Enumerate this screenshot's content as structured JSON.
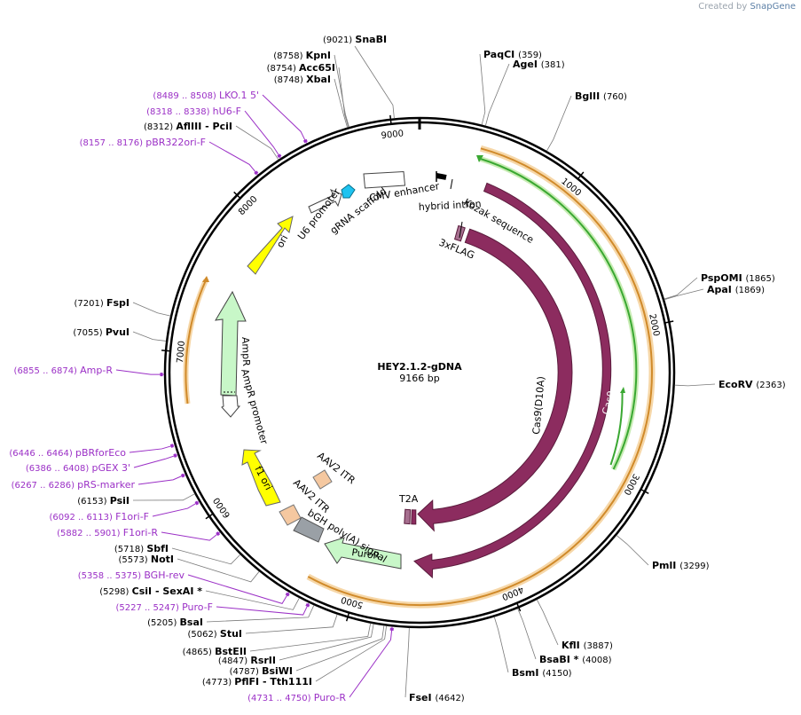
{
  "app": {
    "created_by": "Created by",
    "brand": "SnapGene"
  },
  "plasmid": {
    "name": "HEY2.1.2-gDNA",
    "length_label": "9166 bp",
    "length": 9166
  },
  "ticks": [
    {
      "bp": 1000,
      "label": "1000"
    },
    {
      "bp": 2000,
      "label": "2000"
    },
    {
      "bp": 3000,
      "label": "3000"
    },
    {
      "bp": 4000,
      "label": "4000"
    },
    {
      "bp": 5000,
      "label": "5000"
    },
    {
      "bp": 6000,
      "label": "6000"
    },
    {
      "bp": 7000,
      "label": "7000"
    },
    {
      "bp": 8000,
      "label": "8000"
    },
    {
      "bp": 9000,
      "label": "9000"
    }
  ],
  "sites": [
    {
      "pos": "(9021)",
      "name": "SnaBI",
      "bp": 9021
    },
    {
      "pos": "(8758)",
      "name": "KpnI",
      "bp": 8758
    },
    {
      "pos": "(8754)",
      "name": "Acc65I",
      "bp": 8754
    },
    {
      "pos": "(8748)",
      "name": "XbaI",
      "bp": 8748
    },
    {
      "pos": "(8312)",
      "name": "AflIII  - PciI",
      "bp": 8312
    },
    {
      "pos": "(359)",
      "name": "PaqCI",
      "bp": 359
    },
    {
      "pos": "(381)",
      "name": "AgeI",
      "bp": 381
    },
    {
      "pos": "(760)",
      "name": "BglII",
      "bp": 760
    },
    {
      "pos": "(1865)",
      "name": "PspOMI",
      "bp": 1865
    },
    {
      "pos": "(1869)",
      "name": "ApaI",
      "bp": 1869
    },
    {
      "pos": "(2363)",
      "name": "EcoRV",
      "bp": 2363
    },
    {
      "pos": "(3299)",
      "name": "PmlI",
      "bp": 3299
    },
    {
      "pos": "(3887)",
      "name": "KflI",
      "bp": 3887
    },
    {
      "pos": "(4008)",
      "name": "BsaBI *",
      "bp": 4008
    },
    {
      "pos": "(4150)",
      "name": "BsmI",
      "bp": 4150
    },
    {
      "pos": "(4642)",
      "name": "FseI",
      "bp": 4642
    },
    {
      "pos": "(7201)",
      "name": "FspI",
      "bp": 7201
    },
    {
      "pos": "(7055)",
      "name": "PvuI",
      "bp": 7055
    },
    {
      "pos": "(6153)",
      "name": "PsiI",
      "bp": 6153
    },
    {
      "pos": "(5718)",
      "name": "SbfI",
      "bp": 5718
    },
    {
      "pos": "(5573)",
      "name": "NotI",
      "bp": 5573
    },
    {
      "pos": "(5298)",
      "name": "CsiI  - SexAI *",
      "bp": 5298
    },
    {
      "pos": "(5205)",
      "name": "BsaI",
      "bp": 5205
    },
    {
      "pos": "(5062)",
      "name": "StuI",
      "bp": 5062
    },
    {
      "pos": "(4865)",
      "name": "BstEII",
      "bp": 4865
    },
    {
      "pos": "(4847)",
      "name": "RsrII",
      "bp": 4847
    },
    {
      "pos": "(4787)",
      "name": "BsiWI",
      "bp": 4787
    },
    {
      "pos": "(4773)",
      "name": "PflFI  - Tth111I",
      "bp": 4773
    }
  ],
  "primers": [
    {
      "pos": "(8489 .. 8508)",
      "name": "LKO.1 5'",
      "bp": 8498
    },
    {
      "pos": "(8318 .. 8338)",
      "name": "hU6-F",
      "bp": 8328
    },
    {
      "pos": "(8157 .. 8176)",
      "name": "pBR322ori-F",
      "bp": 8166
    },
    {
      "pos": "(6855 .. 6874)",
      "name": "Amp-R",
      "bp": 6864
    },
    {
      "pos": "(6446 .. 6464)",
      "name": "pBRforEco",
      "bp": 6455
    },
    {
      "pos": "(6386 .. 6408)",
      "name": "pGEX 3'",
      "bp": 6397
    },
    {
      "pos": "(6267 .. 6286)",
      "name": "pRS-marker",
      "bp": 6276
    },
    {
      "pos": "(6092 .. 6113)",
      "name": "F1ori-F",
      "bp": 6102
    },
    {
      "pos": "(5882 .. 5901)",
      "name": "F1ori-R",
      "bp": 5891
    },
    {
      "pos": "(5358 .. 5375)",
      "name": "BGH-rev",
      "bp": 5366
    },
    {
      "pos": "(5227 .. 5247)",
      "name": "Puro-F",
      "bp": 5237
    },
    {
      "pos": "(4731 .. 4750)",
      "name": "Puro-R",
      "bp": 4740
    }
  ],
  "features": [
    {
      "label": "CMV enhancer",
      "color": "#ffffff"
    },
    {
      "label": "hybrid intron",
      "color": "#000000"
    },
    {
      "label": "Kozak sequence",
      "color": "#000000"
    },
    {
      "label": "3xFLAG",
      "color": "#a66f8f"
    },
    {
      "label": "Cas9(D10A)",
      "color": "#8c2c5f"
    },
    {
      "label": "Cas9",
      "color": "#8c2c5f"
    },
    {
      "label": "T2A",
      "color": "#a66f8f"
    },
    {
      "label": "PuroR",
      "color": "#c8f7c8"
    },
    {
      "label": "bGH poly(A) signal",
      "color": "#9aa0a6"
    },
    {
      "label": "AAV2 ITR",
      "color": "#f5c8a0"
    },
    {
      "label": "AAV2 ITR",
      "color": "#f5c8a0"
    },
    {
      "label": "f1 ori",
      "color": "#ffff00"
    },
    {
      "label": "AmpR promoter",
      "color": "#ffffff"
    },
    {
      "label": "AmpR",
      "color": "#c8f7c8"
    },
    {
      "label": "ori",
      "color": "#ffff00"
    },
    {
      "label": "U6 promoter",
      "color": "#ffffff"
    },
    {
      "label": "gRNA scaffold",
      "color": "#1ec3f0"
    }
  ],
  "colors": {
    "backbone": "#000000",
    "site_text": "#000000",
    "primer": "#9b30c6",
    "orf_orange": "#e8a34a",
    "orf_green": "#3aa832"
  }
}
